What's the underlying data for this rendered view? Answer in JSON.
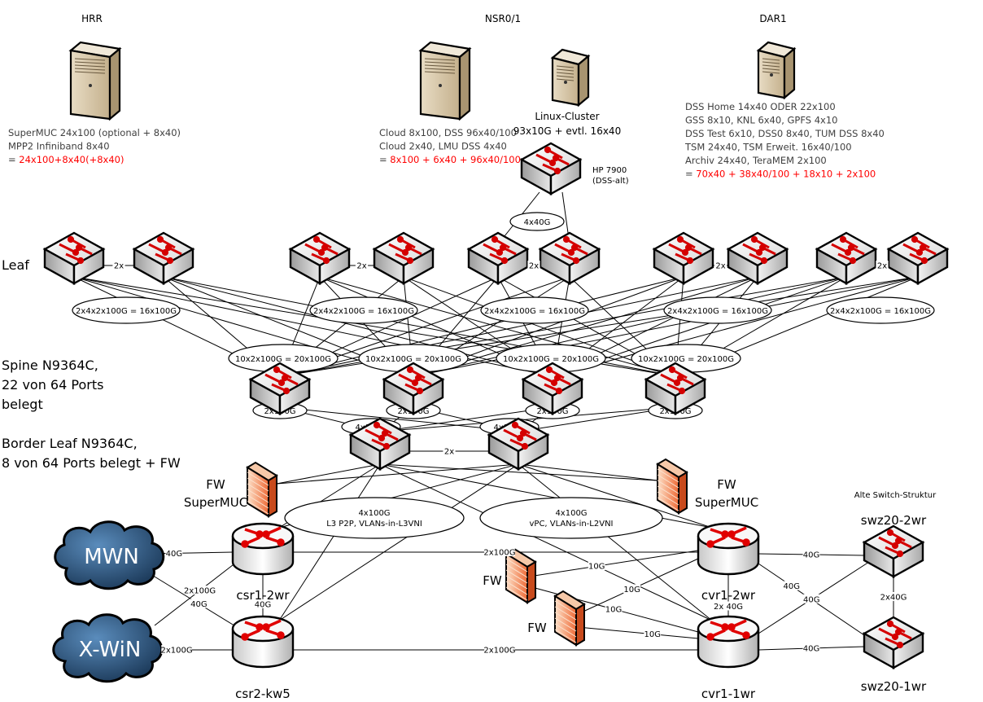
{
  "sites": [
    {
      "id": "hrr",
      "title": "HRR",
      "lines": [
        "SuperMUC 24x100 (optional + 8x40)",
        "MPP2 Infiniband 8x40"
      ],
      "sum_prefix": "= ",
      "sum": "24x100+8x40(+8x40)"
    },
    {
      "id": "nsr",
      "title": "NSR0/1",
      "lines": [
        "Cloud 8x100,  DSS 96x40/100",
        "Cloud 2x40, LMU DSS 4x40"
      ],
      "sum_prefix": "= ",
      "sum": "8x100 + 6x40 + 96x40/100"
    },
    {
      "id": "dar",
      "title": "DAR1",
      "lines": [
        "DSS Home 14x40 ODER 22x100",
        "GSS 8x10, KNL 6x40, GPFS 4x10",
        "DSS Test 6x10, DSS0 8x40, TUM DSS 8x40",
        "TSM 24x40, TSM Erweit. 16x40/100",
        "Archiv 24x40, TeraMEM 2x100"
      ],
      "sum_prefix": "=  ",
      "sum": "70x40 + 38x40/100 + 18x10 + 2x100"
    }
  ],
  "linux_cluster": {
    "title": "Linux-Cluster",
    "detail": "93x10G + evtl. 16x40"
  },
  "hp_switch": {
    "name": "HP 7900",
    "sub": "(DSS-alt)",
    "uplink": "4x40G"
  },
  "layers": {
    "leaf": "Leaf",
    "spine": [
      "Spine N9364C,",
      "22 von 64 Ports",
      "belegt"
    ],
    "border": [
      "Border Leaf N9364C,",
      "8 von 64 Ports belegt + FW"
    ]
  },
  "leaf_pair_link": "2x",
  "leaf_groups": [
    "2x4x2x100G = 16x100G",
    "2x4x2x100G = 16x100G",
    "2x4x2x100G = 16x100G",
    "2x4x2x100G = 16x100G",
    "2x4x2x100G = 16x100G"
  ],
  "spine_groups": [
    "10x2x100G = 20x100G",
    "10x2x100G = 20x100G",
    "10x2x100G = 20x100G",
    "10x2x100G = 20x100G"
  ],
  "spine_down": [
    "2x100G",
    "2x100G",
    "2x100G",
    "2x100G"
  ],
  "border_up": [
    "4x100G",
    "4x100G"
  ],
  "border_pair_link": "2x",
  "border_down": [
    {
      "l1": "4x100G",
      "l2": "L3 P2P, VLANs-in-L3VNI"
    },
    {
      "l1": "4x100G",
      "l2": "vPC, VLANs-in-L2VNI"
    }
  ],
  "firewalls": {
    "supermuc_label": [
      "FW",
      "SuperMUC"
    ],
    "fw_label": "FW"
  },
  "clouds": [
    "MWN",
    "X-WiN"
  ],
  "routers": [
    "csr1-2wr",
    "csr2-kw5",
    "cvr1-2wr",
    "cvr1-1wr"
  ],
  "old_struct": {
    "title": "Alte Switch-Struktur",
    "switches": [
      "swz20-2wr",
      "swz20-1wr"
    ]
  },
  "links": {
    "mwn_csr1": "40G",
    "mwn_csr2": "40G",
    "xwin_csr1": "2x100G",
    "xwin_csr2": "2x100G",
    "csr1_csr2": "40G",
    "csr1_cvr2": "2x100G",
    "csr2_cvr1": "2x100G",
    "cvr2_cvr1": "2x 40G",
    "fw_10g": "10G",
    "cvr2_swz2": "40G",
    "cvr1_swz1": "40G",
    "cross_a": "40G",
    "cross_b": "40G",
    "swz_pair": "2x40G"
  },
  "colors": {
    "sum_red": "#ff0000",
    "switch_arrow": "#d40000",
    "cloud": "#3a6c98",
    "firewall": "#f07040"
  }
}
